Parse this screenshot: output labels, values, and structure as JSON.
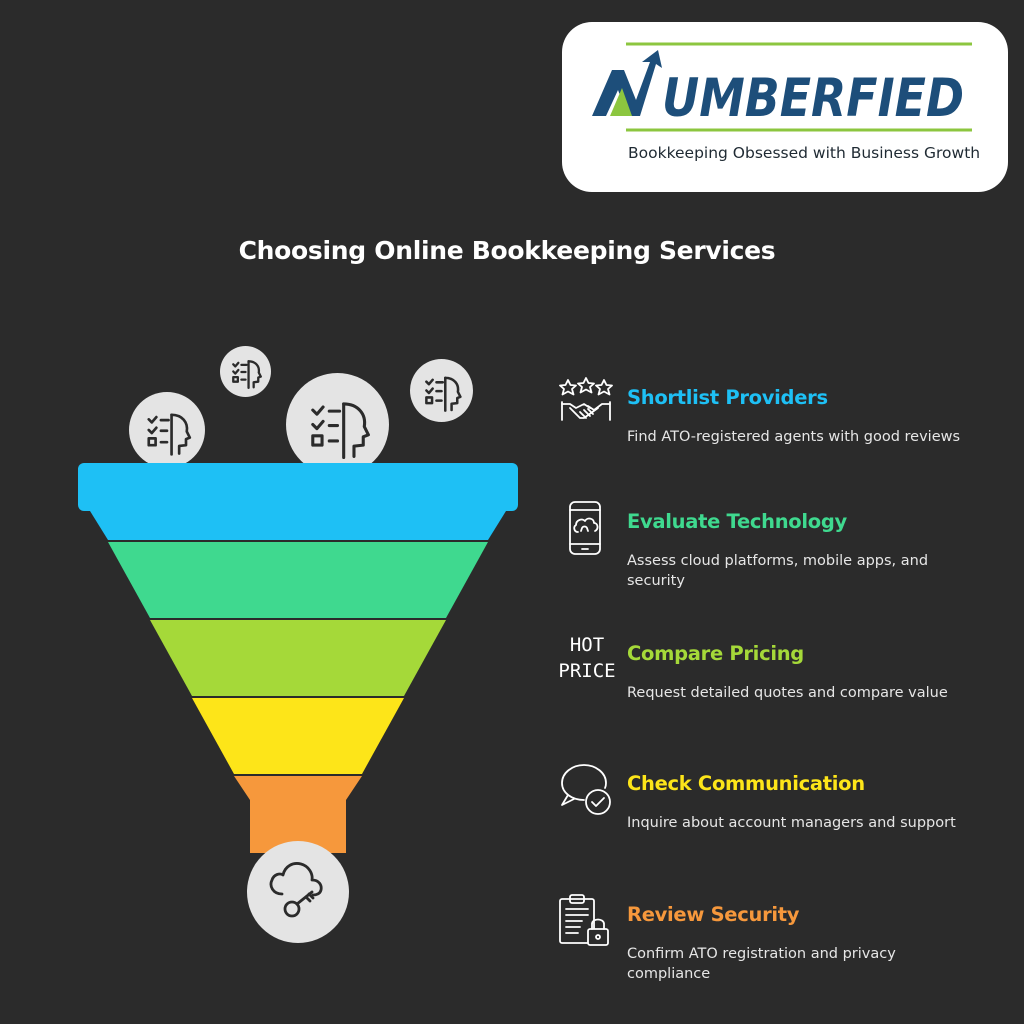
{
  "logo": {
    "wordmark": "NUMBERFIED",
    "tagline": "Bookkeeping Obsessed with Business Growth",
    "colors": {
      "navy": "#1d4e7a",
      "green": "#8cc63f"
    }
  },
  "title": "Choosing Online Bookkeeping Services",
  "funnel": {
    "layer_colors": [
      "#1ec0f5",
      "#3fd98f",
      "#a5d939",
      "#fde519",
      "#f6983c"
    ],
    "top_icons": [
      "checklist-head-icon",
      "checklist-head-icon",
      "checklist-head-icon",
      "checklist-head-icon"
    ],
    "bottom_icon": "cloud-key-icon"
  },
  "steps": [
    {
      "title": "Shortlist Providers",
      "description": "Find ATO-registered agents with good reviews",
      "color": "#1ec0f5",
      "icon": "stars-handshake-icon"
    },
    {
      "title": "Evaluate Technology",
      "description": "Assess cloud platforms, mobile apps, and security",
      "color": "#3fd98f",
      "icon": "mobile-cloud-icon"
    },
    {
      "title": "Compare Pricing",
      "description": "Request detailed quotes and compare value",
      "color": "#a5d939",
      "icon": "hot-price-icon",
      "icon_text": [
        "HOT",
        "PRICE"
      ]
    },
    {
      "title": "Check Communication",
      "description": "Inquire about account managers and support",
      "color": "#fde519",
      "icon": "chat-check-icon"
    },
    {
      "title": "Review Security",
      "description": "Confirm ATO registration and privacy compliance",
      "color": "#f6983c",
      "icon": "clipboard-lock-icon"
    }
  ]
}
